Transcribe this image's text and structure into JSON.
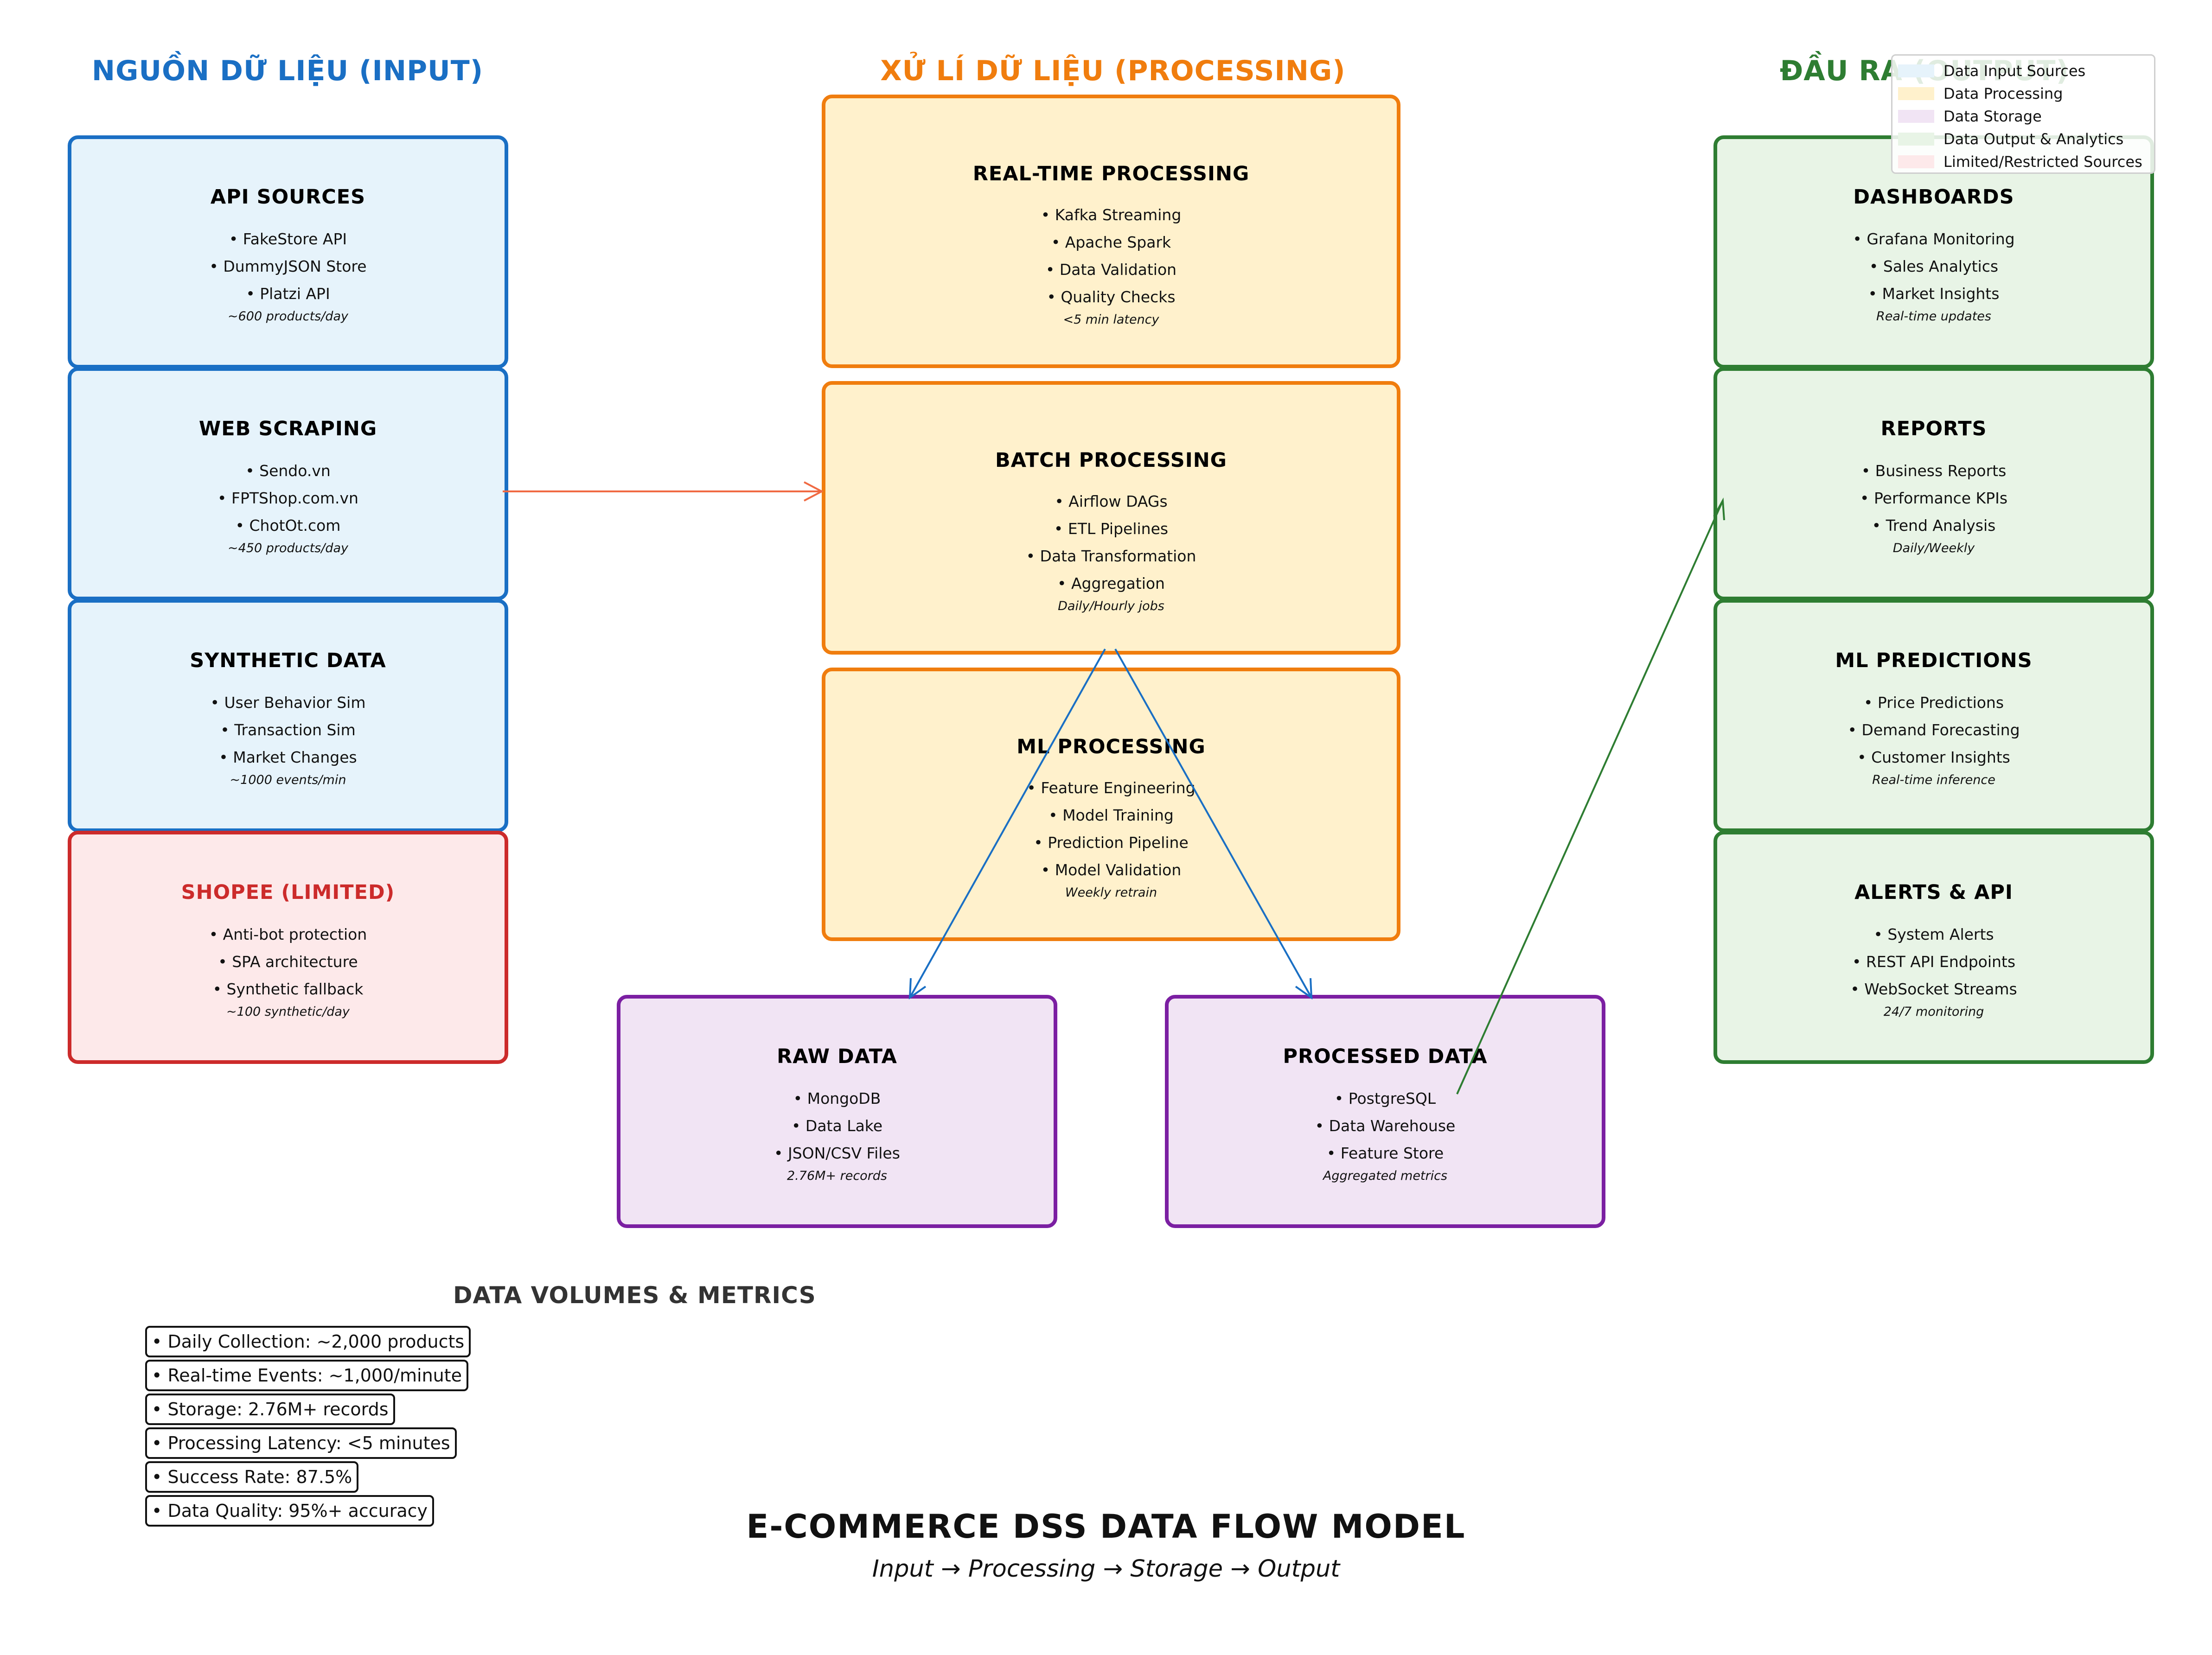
{
  "columns": {
    "input": {
      "title": "NGUỒN DỮ LIỆU (INPUT)",
      "color": "#1a6fc4"
    },
    "processing": {
      "title": "XỬ LÍ DỮ LIỆU (PROCESSING)",
      "color": "#f07d0e"
    },
    "output": {
      "title": "ĐẦU RA (OUTPUT)",
      "color": "#2e7d32"
    }
  },
  "input_sources": [
    {
      "title": "API SOURCES",
      "items": [
        "• FakeStore API",
        "• DummyJSON Store",
        "• Platzi API"
      ],
      "meta": "~600 products/day"
    },
    {
      "title": "WEB SCRAPING",
      "items": [
        "• Sendo.vn",
        "• FPTShop.com.vn",
        "• ChotOt.com"
      ],
      "meta": "~450 products/day"
    },
    {
      "title": "SYNTHETIC DATA",
      "items": [
        "• User Behavior Sim",
        "• Transaction Sim",
        "• Market Changes"
      ],
      "meta": "~1000 events/min"
    },
    {
      "title": "SHOPEE (LIMITED)",
      "items": [
        "• Anti-bot protection",
        "• SPA architecture",
        "• Synthetic fallback"
      ],
      "meta": "~100 synthetic/day"
    }
  ],
  "processing": [
    {
      "title": "REAL-TIME PROCESSING",
      "items": [
        "• Kafka Streaming",
        "• Apache Spark",
        "• Data Validation",
        "• Quality Checks"
      ],
      "meta": "<5 min latency"
    },
    {
      "title": "BATCH PROCESSING",
      "items": [
        "• Airflow DAGs",
        "• ETL Pipelines",
        "• Data Transformation",
        "• Aggregation"
      ],
      "meta": "Daily/Hourly jobs"
    },
    {
      "title": "ML PROCESSING",
      "items": [
        "• Feature Engineering",
        "• Model Training",
        "• Prediction Pipeline",
        "• Model Validation"
      ],
      "meta": "Weekly retrain"
    }
  ],
  "storage": [
    {
      "title": "RAW DATA",
      "items": [
        "• MongoDB",
        "• Data Lake",
        "• JSON/CSV Files"
      ],
      "meta": "2.76M+ records"
    },
    {
      "title": "PROCESSED DATA",
      "items": [
        "• PostgreSQL",
        "• Data Warehouse",
        "• Feature Store"
      ],
      "meta": "Aggregated metrics"
    }
  ],
  "outputs": [
    {
      "title": "DASHBOARDS",
      "items": [
        "• Grafana Monitoring",
        "• Sales Analytics",
        "• Market Insights"
      ],
      "meta": "Real-time updates"
    },
    {
      "title": "REPORTS",
      "items": [
        "• Business Reports",
        "• Performance KPIs",
        "• Trend Analysis"
      ],
      "meta": "Daily/Weekly"
    },
    {
      "title": "ML PREDICTIONS",
      "items": [
        "• Price Predictions",
        "• Demand Forecasting",
        "• Customer Insights"
      ],
      "meta": "Real-time inference"
    },
    {
      "title": "ALERTS & API",
      "items": [
        "• System Alerts",
        "• REST API Endpoints",
        "• WebSocket Streams"
      ],
      "meta": "24/7 monitoring"
    }
  ],
  "legend": [
    {
      "label": "Data Input Sources",
      "color": "#e6f3fb"
    },
    {
      "label": "Data Processing",
      "color": "#fff1cc"
    },
    {
      "label": "Data Storage",
      "color": "#f1e4f4"
    },
    {
      "label": "Data Output & Analytics",
      "color": "#e8f4e6"
    },
    {
      "label": "Limited/Restricted Sources",
      "color": "#fde9ea"
    }
  ],
  "arrow_colors": {
    "input_to_processing": "#f06a43",
    "processing_to_storage": "#1a6fc4",
    "storage_to_output": "#2e7d32"
  },
  "metrics": {
    "heading": "DATA VOLUMES & METRICS",
    "items": [
      "• Daily Collection: ~2,000 products",
      "• Real-time Events: ~1,000/minute",
      "• Storage: 2.76M+ records",
      "• Processing Latency: <5 minutes",
      "• Success Rate: 87.5%",
      "• Data Quality: 95%+ accuracy"
    ]
  },
  "title": "E-COMMERCE DSS DATA FLOW MODEL",
  "subtitle": "Input → Processing → Storage → Output"
}
